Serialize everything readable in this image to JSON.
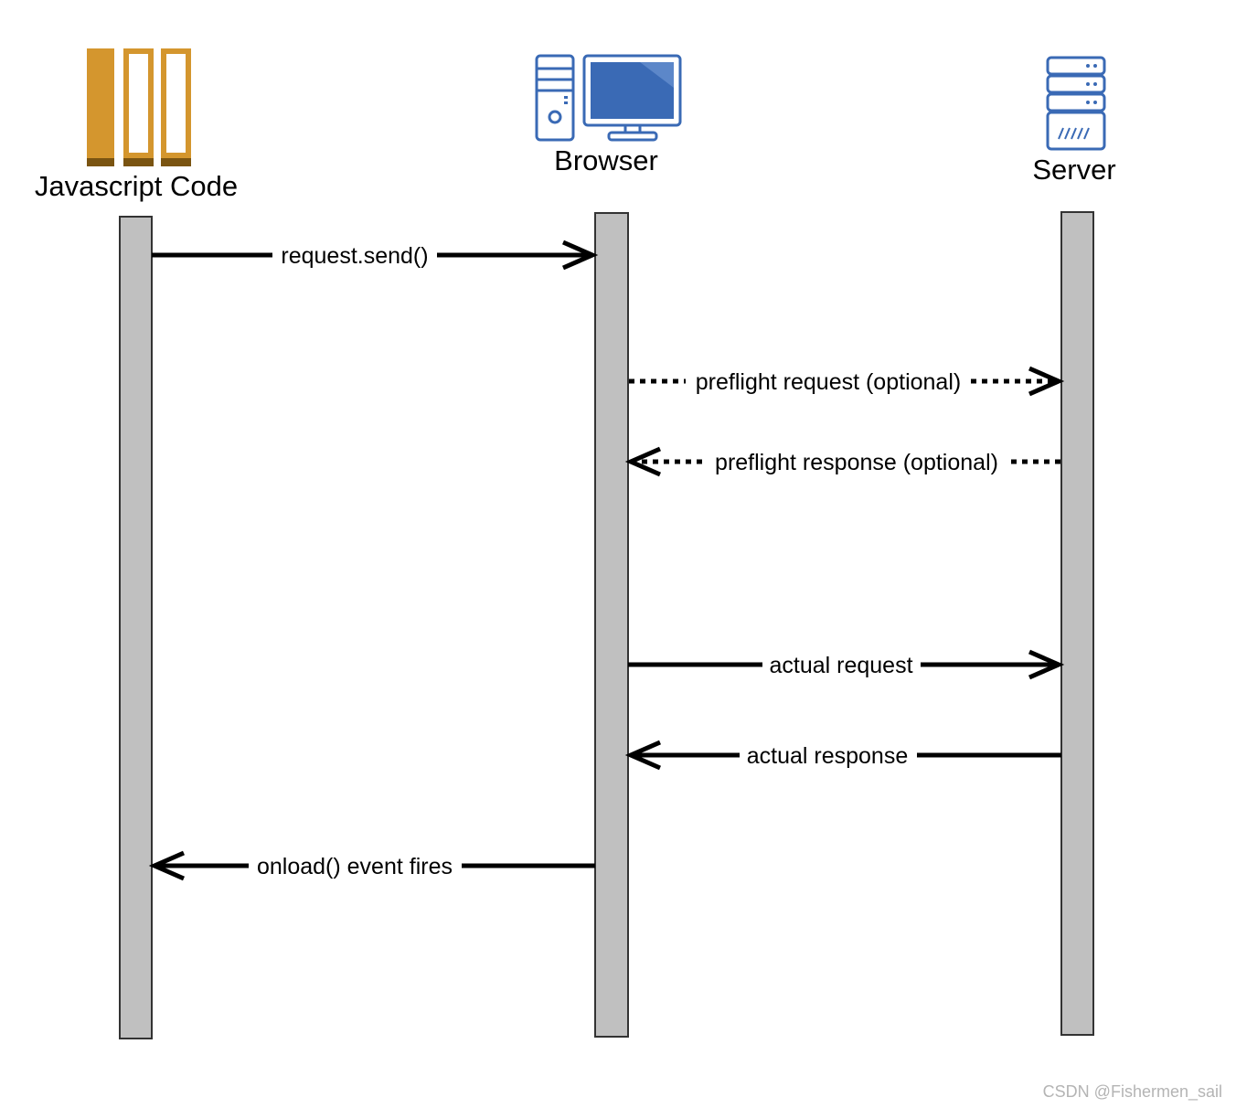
{
  "actors": [
    {
      "id": "js",
      "label": "Javascript Code",
      "icon": "books-icon",
      "color": "#d4962e"
    },
    {
      "id": "browser",
      "label": "Browser",
      "icon": "desktop-computer-icon",
      "color": "#3a6ab5"
    },
    {
      "id": "server",
      "label": "Server",
      "icon": "server-rack-icon",
      "color": "#3a6ab5"
    }
  ],
  "messages": [
    {
      "from": "js",
      "to": "browser",
      "label": "request.send()",
      "style": "solid"
    },
    {
      "from": "browser",
      "to": "server",
      "label": "preflight request (optional)",
      "style": "dotted"
    },
    {
      "from": "server",
      "to": "browser",
      "label": "preflight response (optional)",
      "style": "dotted"
    },
    {
      "from": "browser",
      "to": "server",
      "label": "actual request",
      "style": "solid"
    },
    {
      "from": "server",
      "to": "browser",
      "label": "actual response",
      "style": "solid"
    },
    {
      "from": "browser",
      "to": "js",
      "label": "onload() event fires",
      "style": "solid"
    }
  ],
  "lifeline_color": "#c0c0c0",
  "watermark": "CSDN @Fishermen_sail"
}
